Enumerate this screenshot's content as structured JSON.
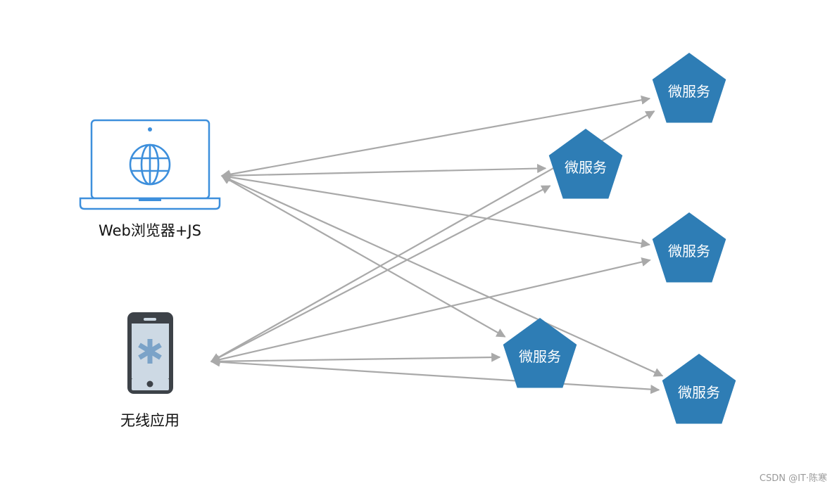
{
  "clients": [
    {
      "id": "web",
      "label": "Web浏览器+JS",
      "icon": "laptop-globe-icon"
    },
    {
      "id": "mobile",
      "label": "无线应用",
      "icon": "smartphone-icon"
    }
  ],
  "services": [
    {
      "id": "s1",
      "label": "微服务"
    },
    {
      "id": "s2",
      "label": "微服务"
    },
    {
      "id": "s3",
      "label": "微服务"
    },
    {
      "id": "s4",
      "label": "微服务"
    },
    {
      "id": "s5",
      "label": "微服务"
    }
  ],
  "connections": [
    {
      "from": "web",
      "to": "s1"
    },
    {
      "from": "web",
      "to": "s2"
    },
    {
      "from": "web",
      "to": "s3"
    },
    {
      "from": "web",
      "to": "s4"
    },
    {
      "from": "web",
      "to": "s5"
    },
    {
      "from": "mobile",
      "to": "s1"
    },
    {
      "from": "mobile",
      "to": "s2"
    },
    {
      "from": "mobile",
      "to": "s3"
    },
    {
      "from": "mobile",
      "to": "s4"
    },
    {
      "from": "mobile",
      "to": "s5"
    }
  ],
  "colors": {
    "service_fill": "#2e7db5",
    "service_text": "#ffffff",
    "laptop_blue": "#3d8fdc",
    "phone_frame": "#3d4248",
    "phone_screen": "#cdd9e4",
    "phone_asterisk": "#7ba3c8",
    "arrow": "#a9a9a9"
  },
  "watermark": "CSDN @IT·陈寒"
}
